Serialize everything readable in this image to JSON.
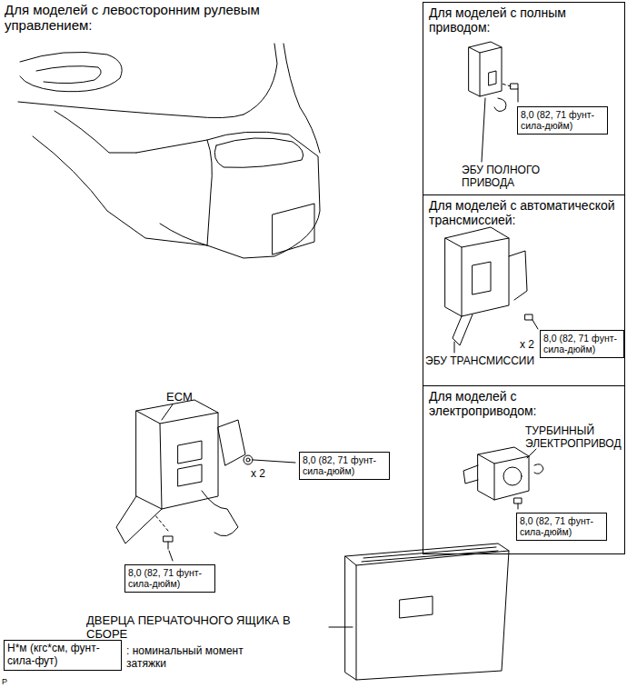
{
  "diagram": {
    "nodes": [
      {
        "text": [
          "Для моделей с полным приводом:",
          "ЭБУ ПОЛНОГО ПРИВОДА"
        ]
      },
      {
        "text": [
          "8,0 (82, 71 фунт-сила-дюйм)"
        ],
        "in": 0
      },
      {
        "text": [
          "Для моделей с автоматической трансмиссией:",
          "x 2",
          "ЭБУ ТРАНСМИССИИ"
        ]
      },
      {
        "text": [
          "8,0 (82, 71 фунт-сила-дюйм)"
        ],
        "in": 2
      },
      {
        "text": [
          "Для моделей с электроприводом:",
          "ТУРБИННЫЙ ЭЛЕКТРОПРИВОД"
        ]
      },
      {
        "text": [
          "8,0 (82, 71 фунт-сила-дюйм)"
        ],
        "in": 4
      },
      {
        "text": [
          "8,0 (82, 71 фунт-сила-дюйм)"
        ]
      },
      {
        "text": [
          "8,0 (82, 71 фунт-сила-дюйм)"
        ]
      },
      {
        "text": [
          "Н*м (кгс*см, фунт-сила-фут)"
        ]
      }
    ],
    "labels": [
      "Для моделей с левосторонним рулевым управлением:",
      "ECM",
      "x 2",
      "ДВЕРЦА ПЕРЧАТОЧНОГО ЯЩИКА В СБОРЕ",
      ": номинальный момент затяжки",
      "P"
    ]
  }
}
